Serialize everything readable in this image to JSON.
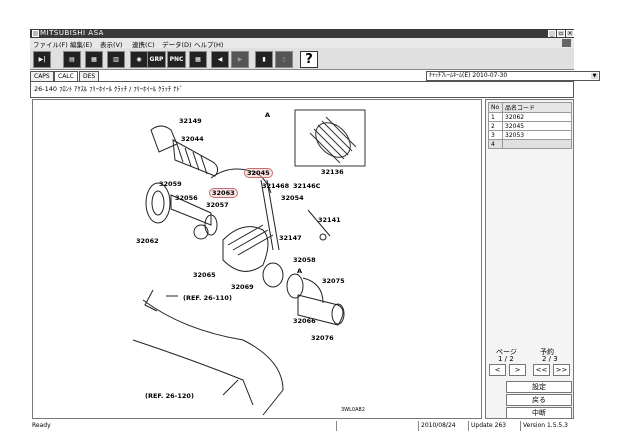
{
  "window": {
    "title": "MITSUBISHI ASA"
  },
  "menu": [
    "ファイル(F)",
    "編集(E)",
    "表示(V)",
    "連携(C)",
    "データ(D)",
    "ヘルプ(H)"
  ],
  "toolbar": {
    "grp_label": "GRP",
    "pnc_label": "PNC",
    "help_label": "?"
  },
  "tabs": [
    "CAPS",
    "CALC",
    "DES"
  ],
  "scope": {
    "value": "ｷｬｯﾁﾌﾚｰﾑﾈｰﾑ(E)  2010-07-30"
  },
  "path": {
    "text": "26-140  ﾌﾛﾝﾄ ｱｸｽﾙ ﾌﾘｰﾎｲｰﾙ ｸﾗｯﾁ / ﾌﾘｰﾎｲｰﾙ ｸﾗｯﾁ ﾅﾄﾞ"
  },
  "drawing": {
    "labels": [
      "32149",
      "32044",
      "32045",
      "32063",
      "32059",
      "32056",
      "32057",
      "32062",
      "32065",
      "32136",
      "321468",
      "32146C",
      "32054",
      "32141",
      "32147",
      "32058",
      "32069",
      "32075",
      "32066",
      "32076"
    ],
    "refs": [
      "(REF. 26-110)",
      "(REF. 26-120)"
    ],
    "detail_marker": "A",
    "callout_marker": "A",
    "drawing_code": "3WL0A82"
  },
  "parts_table": {
    "headers": [
      "No",
      "品名コード"
    ],
    "rows": [
      [
        "1",
        "32062"
      ],
      [
        "2",
        "32045"
      ],
      [
        "3",
        "32053"
      ],
      [
        "4",
        ""
      ]
    ]
  },
  "pagination": {
    "page_label": "ページ",
    "page_value": "1 / 2",
    "reserve_label": "予約",
    "reserve_value": "2 / 3"
  },
  "nav": {
    "prev": "<",
    "next": ">",
    "first": "<<",
    "last": ">>"
  },
  "actions": {
    "set": "設定",
    "back": "戻る",
    "cancel": "中断"
  },
  "status": {
    "state": "Ready",
    "date": "2010/08/24",
    "update": "Update 263",
    "version": "Version 1.5.5.3"
  }
}
